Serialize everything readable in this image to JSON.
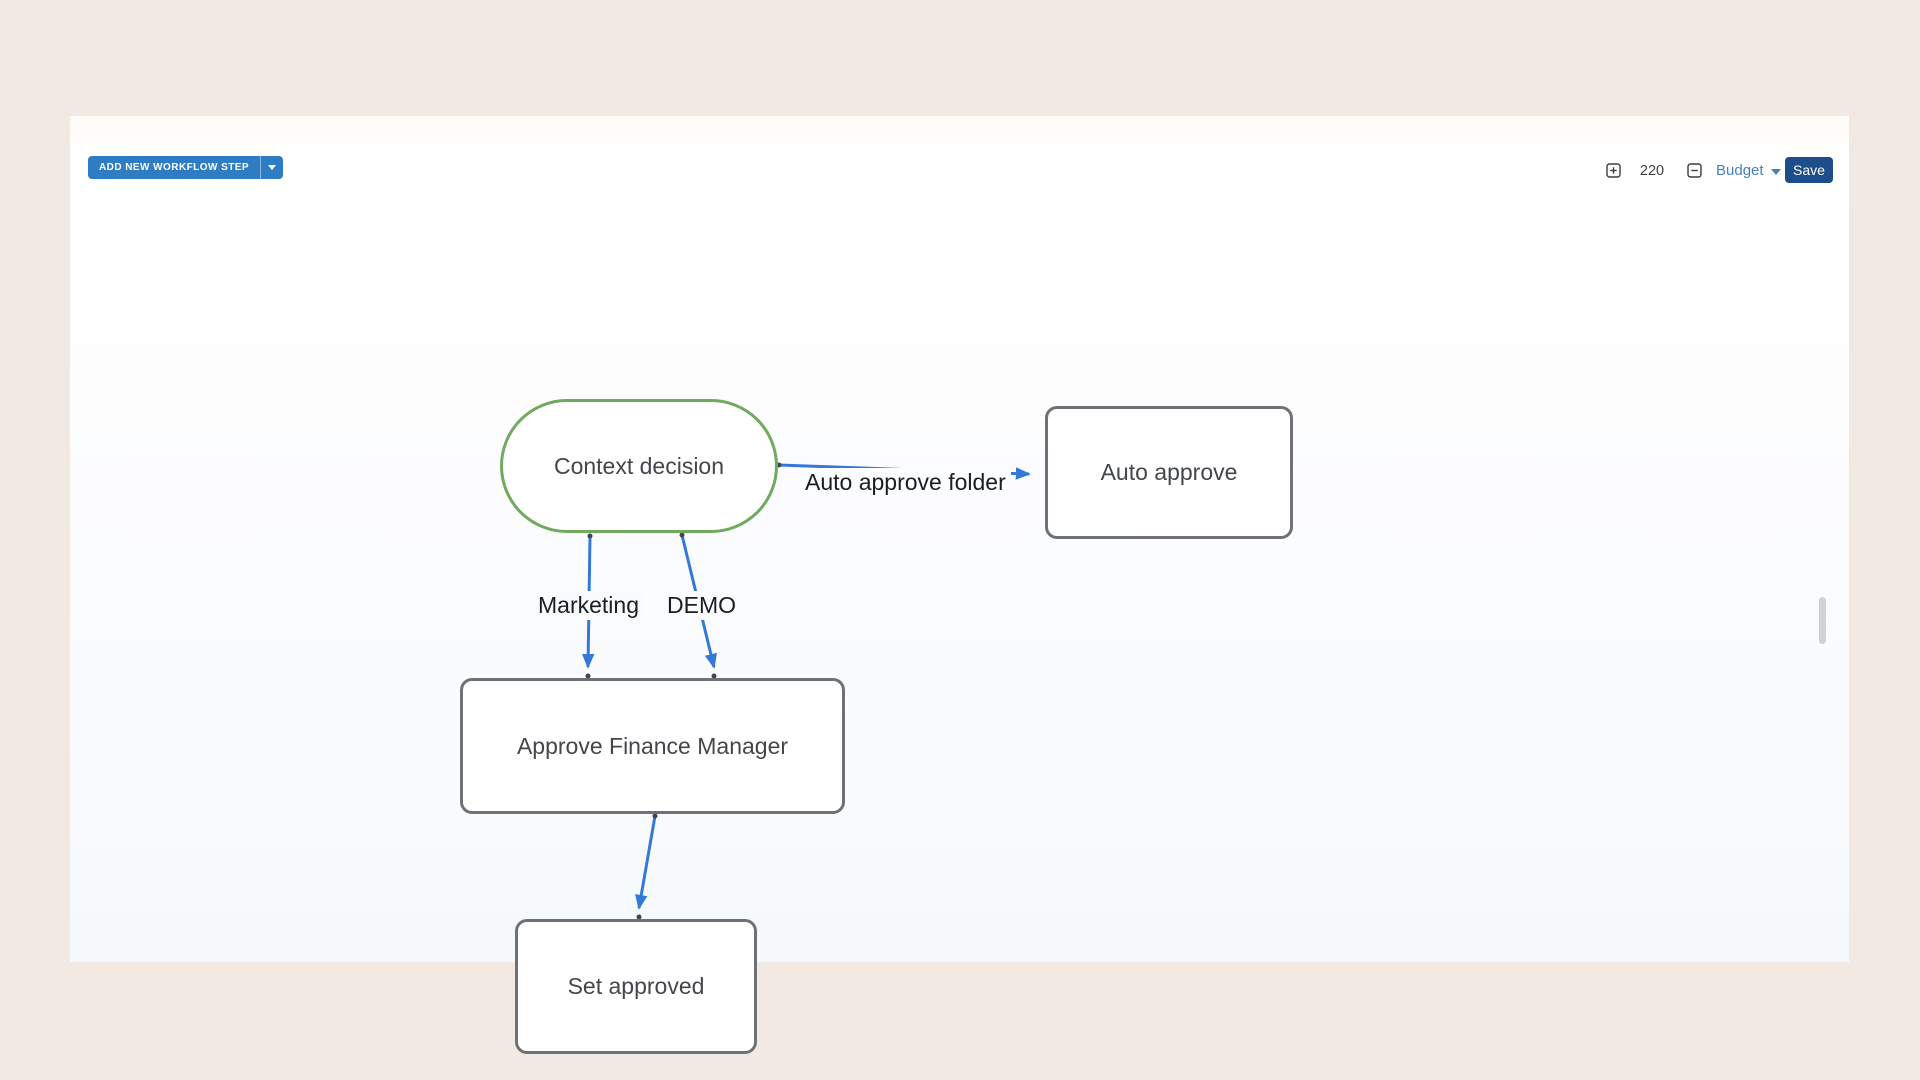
{
  "toolbar": {
    "add_step_button": "ADD NEW WORKFLOW STEP",
    "zoom_level": "220",
    "budget_menu": "Budget",
    "save_button": "Save"
  },
  "icons": {
    "add_step_caret": "caret-down",
    "zoom_in": "squared-plus",
    "zoom_out": "squared-minus",
    "budget_caret": "caret-down"
  },
  "colors": {
    "frame_background": "#f1e9e2",
    "primary_button_blue": "#2e7cc4",
    "save_button_blue": "#1d4e8c",
    "link_blue": "#4a80ba",
    "edge_blue": "#3579d8",
    "decision_node_border_green": "#6faa5e",
    "task_node_border_gray": "#6e7276",
    "node_text_gray": "#43474b"
  },
  "diagram": {
    "nodes": [
      {
        "id": "context-decision",
        "label": "Context decision",
        "shape": "stadium"
      },
      {
        "id": "auto-approve",
        "label": "Auto approve",
        "shape": "rectangle"
      },
      {
        "id": "approve-finance-manager",
        "label": "Approve Finance Manager",
        "shape": "rectangle"
      },
      {
        "id": "set-approved",
        "label": "Set approved",
        "shape": "rectangle"
      }
    ],
    "edges": [
      {
        "from": "context-decision",
        "to": "auto-approve",
        "label": "Auto approve folder"
      },
      {
        "from": "context-decision",
        "to": "approve-finance-manager",
        "label": "Marketing"
      },
      {
        "from": "context-decision",
        "to": "approve-finance-manager",
        "label": "DEMO"
      },
      {
        "from": "approve-finance-manager",
        "to": "set-approved",
        "label": ""
      }
    ]
  }
}
